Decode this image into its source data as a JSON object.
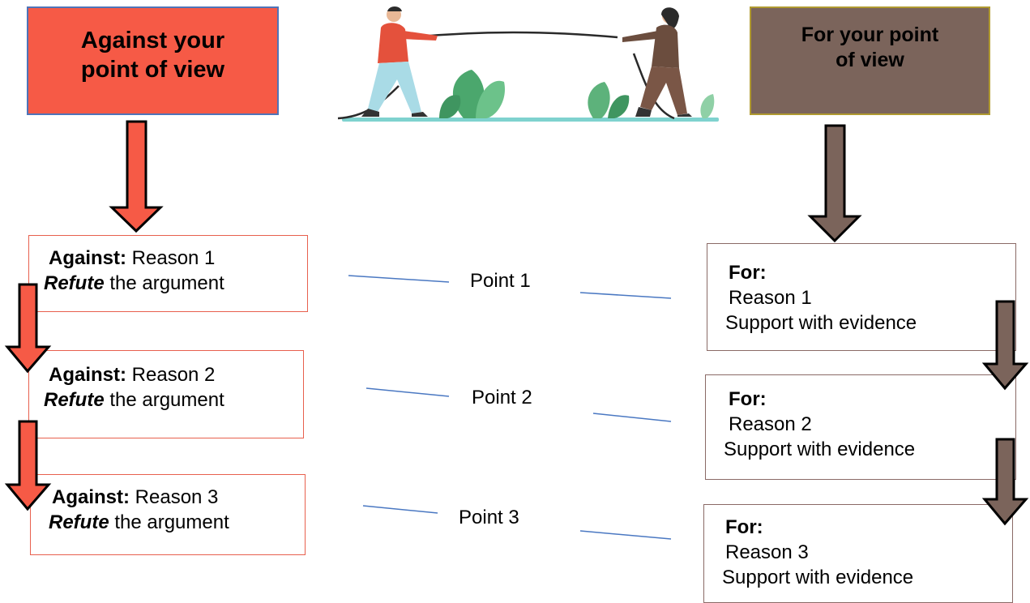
{
  "colors": {
    "against": "#f65a46",
    "for": "#7b645b",
    "connector": "#4a78c2"
  },
  "headers": {
    "against": [
      "Against your",
      "point of view"
    ],
    "for": [
      "For your point",
      "of view"
    ]
  },
  "illustration": {
    "icon": "tug-of-war-illustration"
  },
  "against_boxes": [
    {
      "label": "Against:",
      "reason": " Reason 1",
      "verb": "Refute",
      "rest": " the argument"
    },
    {
      "label": "Against:",
      "reason": " Reason 2",
      "verb": "Refute",
      "rest": " the argument"
    },
    {
      "label": "Against:",
      "reason": " Reason 3",
      "verb": "Refute",
      "rest": " the argument"
    }
  ],
  "points": [
    "Point 1",
    "Point 2",
    "Point 3"
  ],
  "for_boxes": [
    {
      "label": "For:",
      "reason": "Reason 1",
      "support": "Support with evidence"
    },
    {
      "label": "For:",
      "reason": "Reason 2",
      "support": "Support with evidence"
    },
    {
      "label": "For:",
      "reason": "Reason 3",
      "support": "Support with evidence"
    }
  ]
}
